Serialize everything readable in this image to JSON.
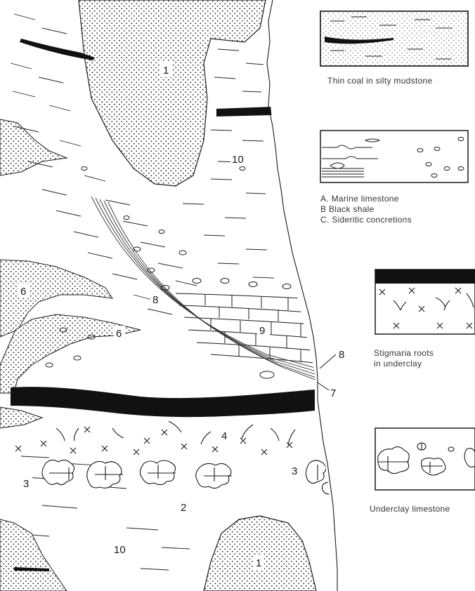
{
  "diagram": {
    "unit_labels": {
      "u1_top": "1",
      "u10_top": "10",
      "u8_mid": "8",
      "u9": "9",
      "u8_right": "8",
      "u7": "7",
      "u6_left": "6",
      "u6_mid": "6",
      "u4": "4",
      "u3_left": "3",
      "u3_right": "3",
      "u2": "2",
      "u1_bottom": "1",
      "u10_bottom": "10"
    }
  },
  "insets": {
    "coal": {
      "caption": "Thin coal in silty mudstone"
    },
    "marine": {
      "caption_lines": [
        "A.  Marine limestone",
        "B  Black shale",
        "C.  Sideritic concretions"
      ]
    },
    "stigmaria": {
      "caption_lines": [
        "Stigmaria roots",
        "in underclay"
      ]
    },
    "underclay_limestone": {
      "caption": "Underclay limestone"
    }
  },
  "colors": {
    "ink": "#1a1a1a",
    "coal": "#111111",
    "paper": "#ffffff"
  }
}
